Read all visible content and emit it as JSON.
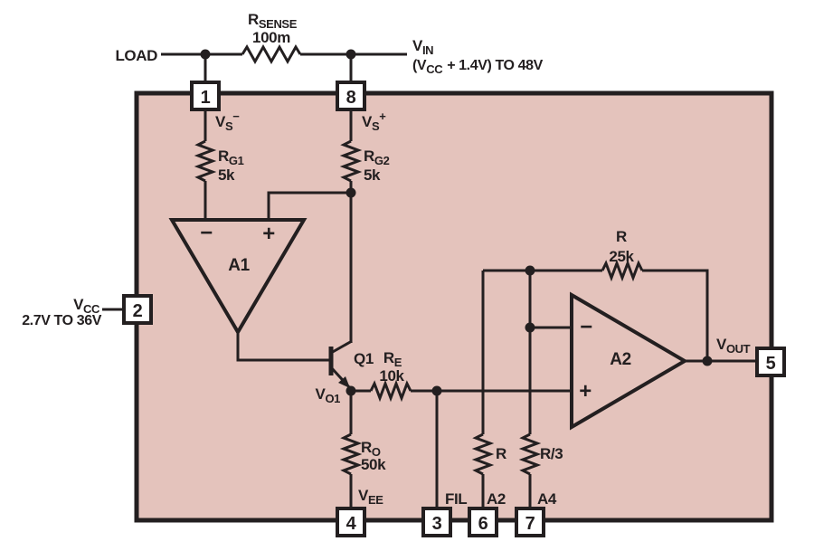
{
  "diagram_type": "circuit-schematic",
  "colors": {
    "ic_fill": "#e4c3bc",
    "line": "#231f20",
    "pin_fill": "#ffffff",
    "background": "#ffffff"
  },
  "external": {
    "load_label": "LOAD",
    "rsense_name": "R",
    "rsense_name_sub": "SENSE",
    "rsense_value": "100m",
    "vin_name": "V",
    "vin_name_sub": "IN",
    "vin_range_p1": "(V",
    "vin_range_sub": "CC",
    "vin_range_p2": "+ 1.4V) TO 48V",
    "vcc_name": "V",
    "vcc_name_sub": "CC",
    "vcc_range": "2.7V TO 36V"
  },
  "pins": {
    "p1": {
      "number": "1",
      "name": "V",
      "name_sub": "S",
      "name_sup": "−"
    },
    "p8": {
      "number": "8",
      "name": "V",
      "name_sub": "S",
      "name_sup": "+"
    },
    "p2": {
      "number": "2"
    },
    "p3": {
      "number": "3",
      "name": "FIL"
    },
    "p4": {
      "number": "4"
    },
    "p5": {
      "number": "5"
    },
    "p6": {
      "number": "6",
      "name": "A2"
    },
    "p7": {
      "number": "7",
      "name": "A4"
    }
  },
  "components": {
    "rg1_name": "R",
    "rg1_sub": "G1",
    "rg1_value": "5k",
    "rg2_name": "R",
    "rg2_sub": "G2",
    "rg2_value": "5k",
    "re_name": "R",
    "re_sub": "E",
    "re_value": "10k",
    "ro_name": "R",
    "ro_sub": "O",
    "ro_value": "50k",
    "rfb_name": "R",
    "rfb_value": "25k",
    "r_a2": "R",
    "r_a4": "R/3",
    "q1": "Q1",
    "a1_name": "A1",
    "a1_minus": "−",
    "a1_plus": "+",
    "a2_name": "A2",
    "a2_minus": "−",
    "a2_plus": "+"
  },
  "nets": {
    "vo1_name": "V",
    "vo1_sub": "O1",
    "vee_name": "V",
    "vee_sub": "EE",
    "vout_name": "V",
    "vout_sub": "OUT"
  }
}
